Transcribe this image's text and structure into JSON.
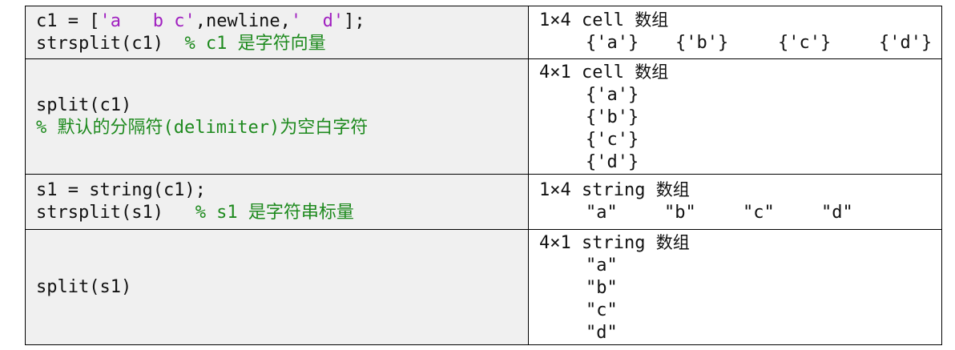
{
  "rows": [
    {
      "code": {
        "l1_a": "c1 = [",
        "l1_s1": "'a   b c'",
        "l1_b": ",newline,",
        "l1_s2": "'  d'",
        "l1_c": "];",
        "l2_code": "strsplit(c1)  ",
        "l2_cmt": "% c1 ",
        "l2_cmt_zh": "是字符向量"
      },
      "output": {
        "header_dim": "1×4 cell ",
        "header_zh": "数组",
        "items": [
          "{'a'}",
          "{'b'}",
          "{'c'}",
          "{'d'}"
        ]
      }
    },
    {
      "code": {
        "l1_code": "split(c1)",
        "l2_cmt_a": "% ",
        "l2_cmt_zh1": "默认的分隔符",
        "l2_cmt_b": "(delimiter)",
        "l2_cmt_zh2": "为空白字符"
      },
      "output": {
        "header_dim": "4×1 cell ",
        "header_zh": "数组",
        "items": [
          "{'a'}",
          "{'b'}",
          "{'c'}",
          "{'d'}"
        ]
      }
    },
    {
      "code": {
        "l1_code": "s1 = string(c1);",
        "l2_code": "strsplit(s1)   ",
        "l2_cmt": "% s1 ",
        "l2_cmt_zh": "是字符串标量"
      },
      "output": {
        "header_dim": "1×4 string ",
        "header_zh": "数组",
        "items": [
          "\"a\"",
          "\"b\"",
          "\"c\"",
          "\"d\""
        ]
      }
    },
    {
      "code": {
        "l1_code": "split(s1)"
      },
      "output": {
        "header_dim": "4×1 string ",
        "header_zh": "数组",
        "items": [
          "\"a\"",
          "\"b\"",
          "\"c\"",
          "\"d\""
        ]
      }
    }
  ]
}
